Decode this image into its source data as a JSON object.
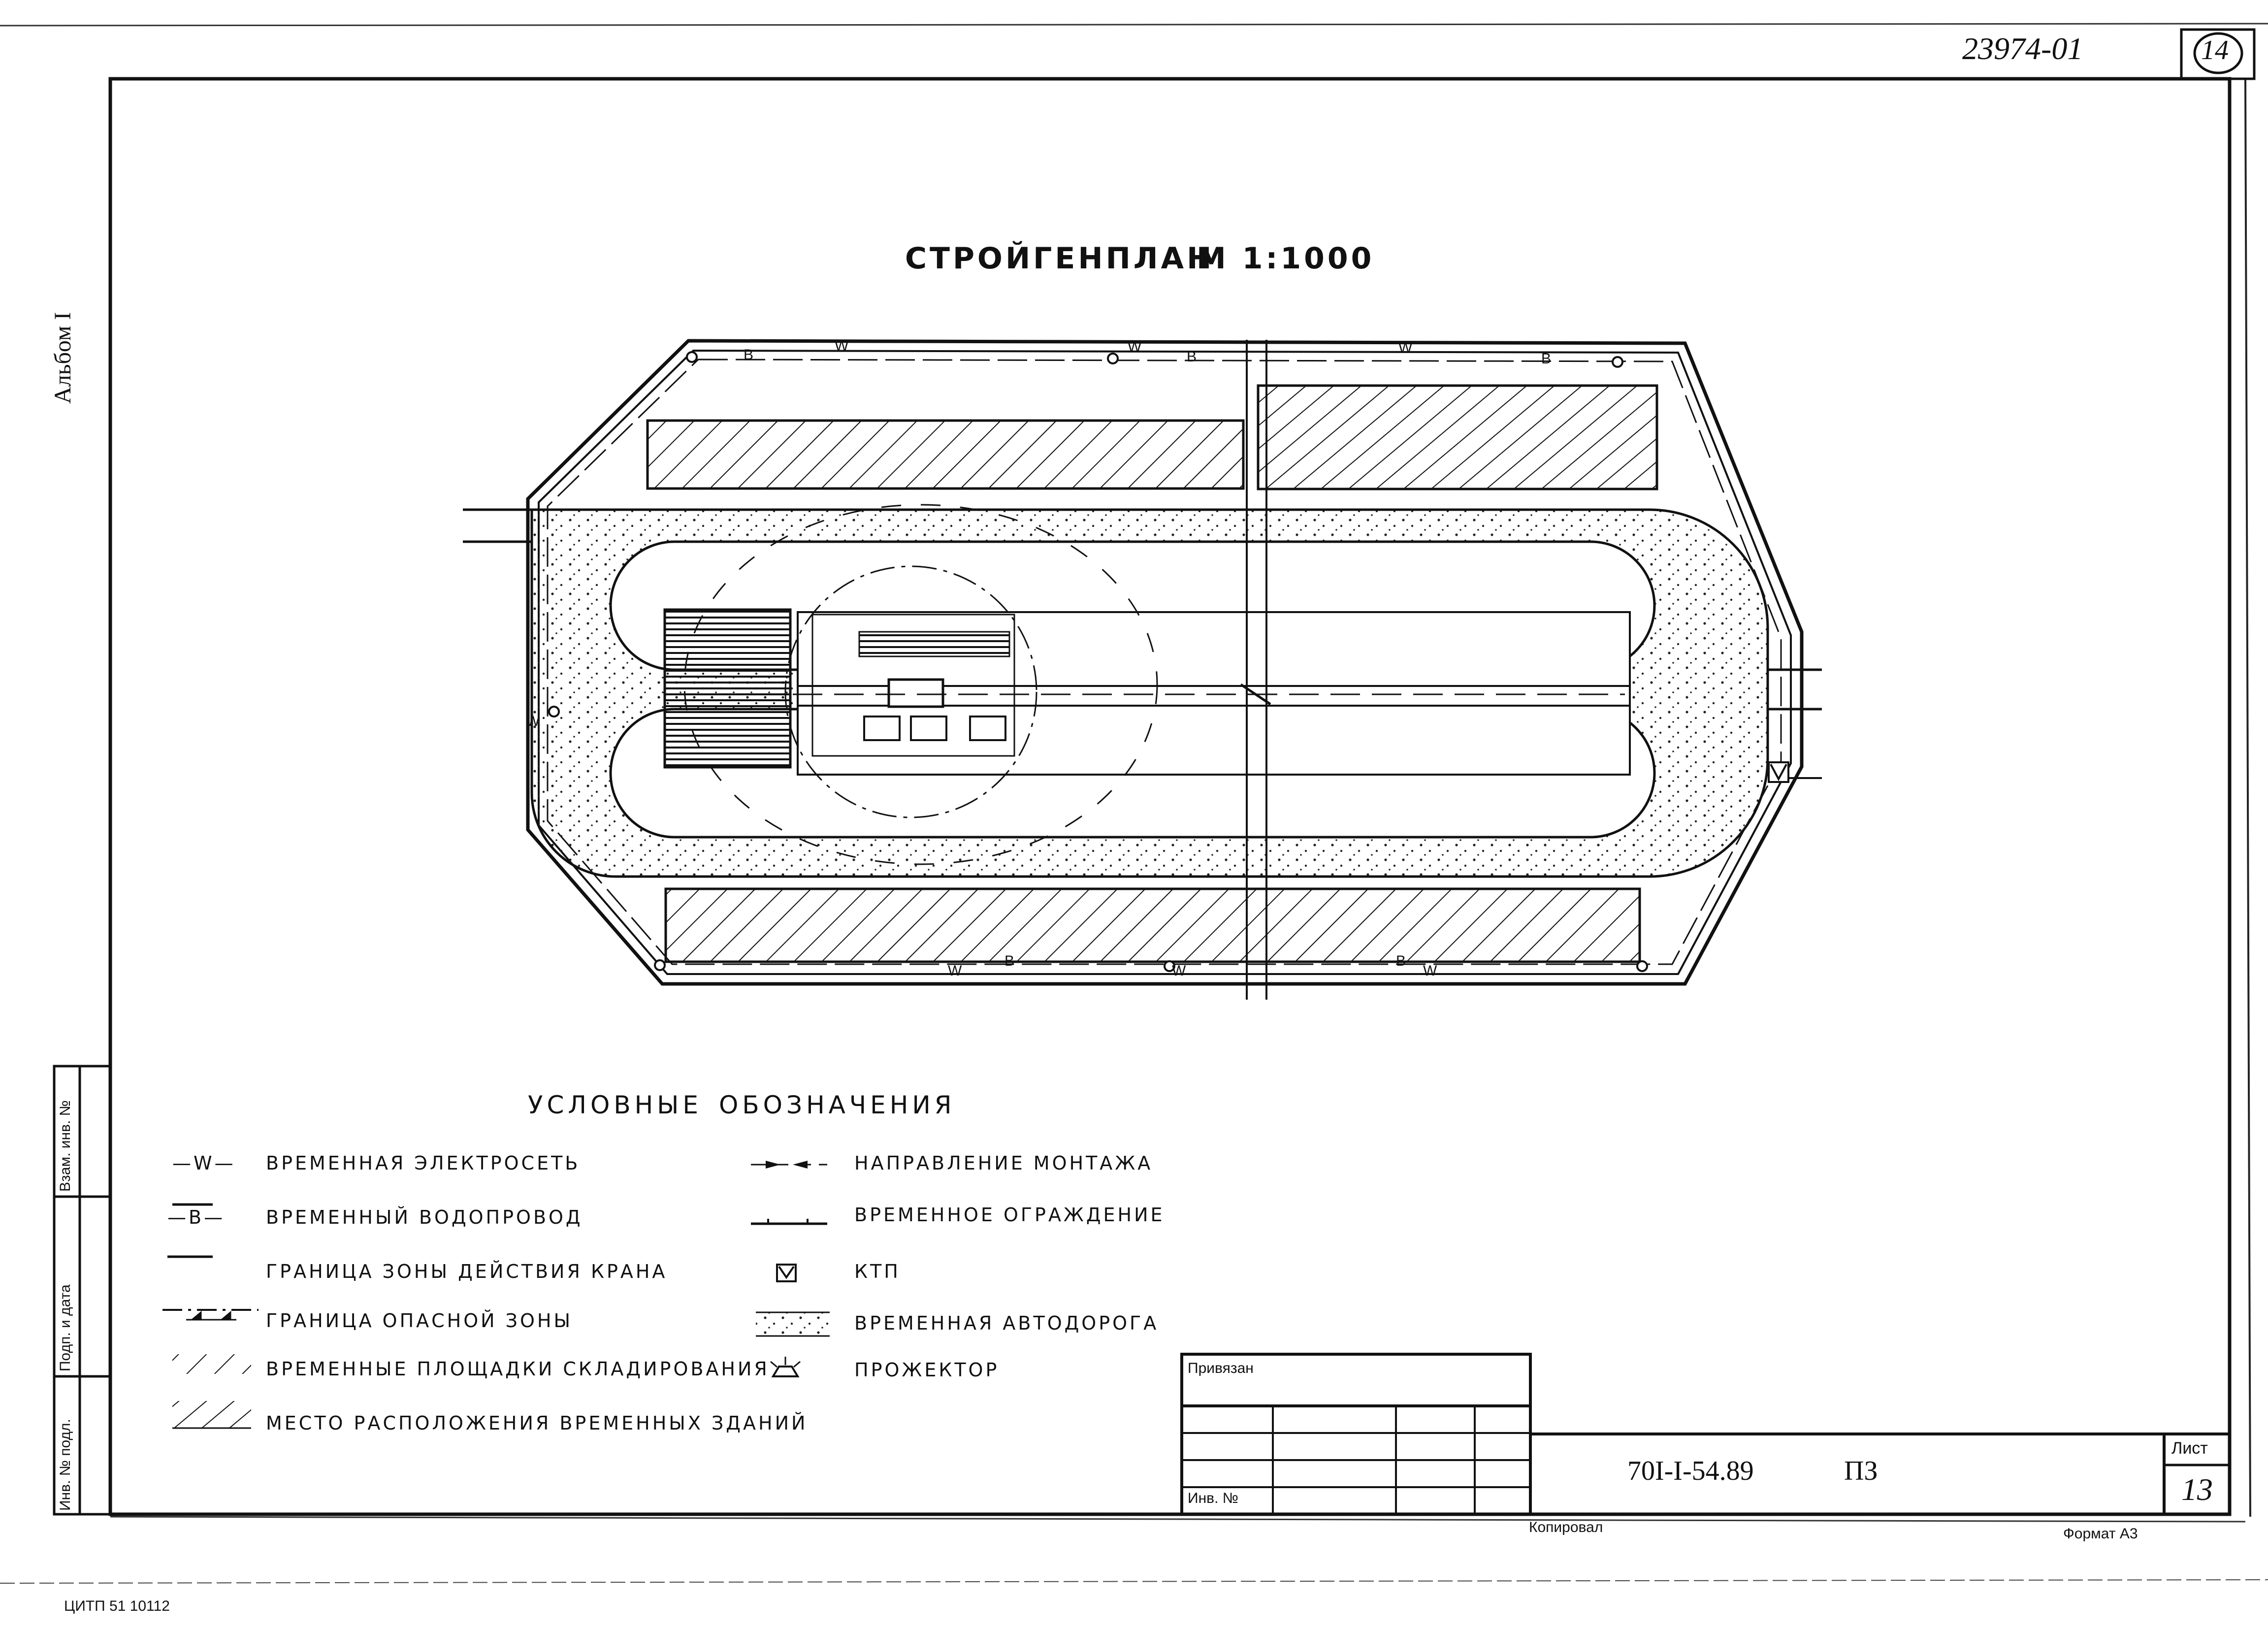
{
  "document": {
    "number_top": "23974-01",
    "sheet_circle": "14",
    "album": "Альбом I",
    "footer_left": "ЦИТП  51  10112"
  },
  "plan": {
    "title": "СТРОЙГЕНПЛАН",
    "scale": "М 1:1000",
    "line_marks": {
      "power": "W",
      "water": "В"
    }
  },
  "legend": {
    "title_1": "УСЛОВНЫЕ",
    "title_2": "ОБОЗНАЧЕНИЯ",
    "items_left": [
      {
        "symbol": "—W—",
        "label": "ВРЕМЕННАЯ  ЭЛЕКТРОСЕТЬ"
      },
      {
        "symbol": "—В—",
        "label": "ВРЕМЕННЫЙ  ВОДОПРОВОД"
      },
      {
        "symbol": "",
        "label": "ГРАНИЦА ЗОНЫ ДЕЙСТВИЯ КРАНА"
      },
      {
        "symbol": "",
        "label": "ГРАНИЦА  ОПАСНОЙ  ЗОНЫ"
      },
      {
        "symbol": "",
        "label": "ВРЕМЕННЫЕ  ПЛОЩАДКИ  СКЛАДИРОВАНИЯ"
      },
      {
        "symbol": "",
        "label": "МЕСТО  РАСПОЛОЖЕНИЯ  ВРЕМЕННЫХ  ЗДАНИЙ"
      }
    ],
    "items_right": [
      {
        "symbol": "",
        "label": "НАПРАВЛЕНИЕ  МОНТАЖА"
      },
      {
        "symbol": "",
        "label": "ВРЕМЕННОЕ  ОГРАЖДЕНИЕ"
      },
      {
        "symbol": "",
        "label": "КТП"
      },
      {
        "symbol": "",
        "label": "ВРЕМЕННАЯ  АВТОДОРОГА"
      },
      {
        "symbol": "",
        "label": "ПРОЖЕКТОР"
      }
    ]
  },
  "side_stamp": {
    "cells": [
      "Взам. инв. №",
      "Подп. и дата",
      "Инв. № подл."
    ]
  },
  "binding_stamp": {
    "header": "Привязан",
    "inv_label": "Инв. №"
  },
  "title_block": {
    "code": "70I-I-54.89",
    "section": "ПЗ",
    "sheet_label": "Лист",
    "sheet_number": "13",
    "copied": "Копировал",
    "format": "Формат А3"
  }
}
